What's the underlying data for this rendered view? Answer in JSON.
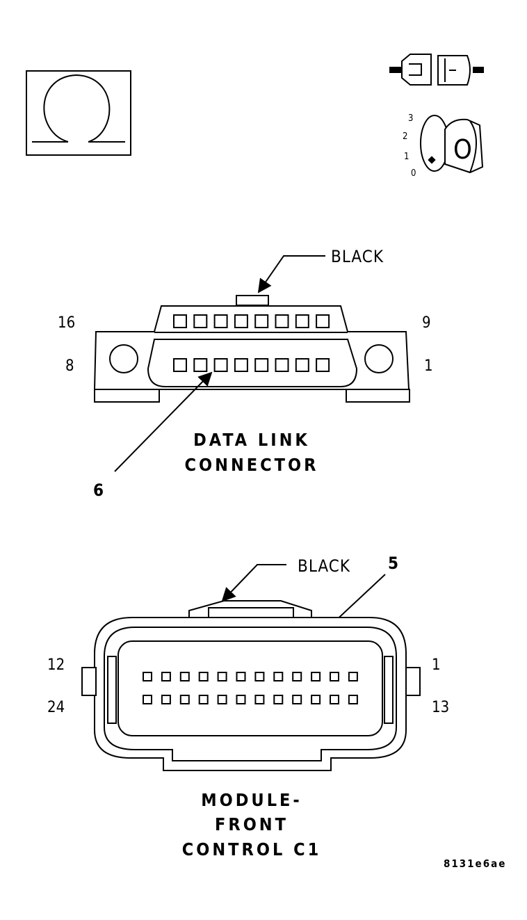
{
  "ohmmeter_icon": "ohm-symbol-icon",
  "ignition_icons": {
    "connector_icon": "disconnected-connector-icon",
    "key_icon": "ignition-key-icon",
    "positions": [
      "3",
      "2",
      "1",
      "0"
    ],
    "key_letter": "O"
  },
  "data_link_connector": {
    "color_label": "BLACK",
    "pin_labels": {
      "top_left": "16",
      "top_right": "9",
      "bottom_left": "8",
      "bottom_right": "1"
    },
    "title_lines": [
      "DATA LINK",
      "CONNECTOR"
    ],
    "callout": "6"
  },
  "module_connector": {
    "color_label": "BLACK",
    "pin_labels": {
      "top_left": "12",
      "top_right": "1",
      "bottom_left": "24",
      "bottom_right": "13"
    },
    "title_lines": [
      "MODULE-",
      "FRONT",
      "CONTROL C1"
    ],
    "callout": "5"
  },
  "figure_code": "8131e6ae"
}
